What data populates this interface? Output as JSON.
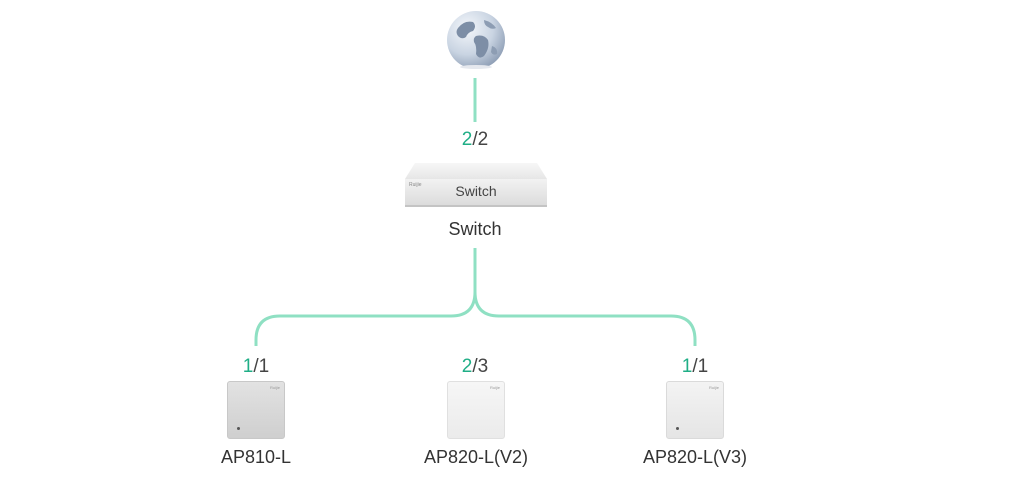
{
  "colors": {
    "link": "#8fe0c3",
    "online": "#1fae86",
    "text": "#333333"
  },
  "internet": {
    "icon": "globe-icon"
  },
  "uplink": {
    "online": "2",
    "total": "/2"
  },
  "switch": {
    "face_label": "Switch",
    "brand": "Ruijie",
    "name": "Switch"
  },
  "access_points": [
    {
      "online": "1",
      "total": "/1",
      "model": "AP810-L",
      "brand": "Ruijie"
    },
    {
      "online": "2",
      "total": "/3",
      "model": "AP820-L(V2)",
      "brand": "Ruijie"
    },
    {
      "online": "1",
      "total": "/1",
      "model": "AP820-L(V3)",
      "brand": "Ruijie"
    }
  ]
}
